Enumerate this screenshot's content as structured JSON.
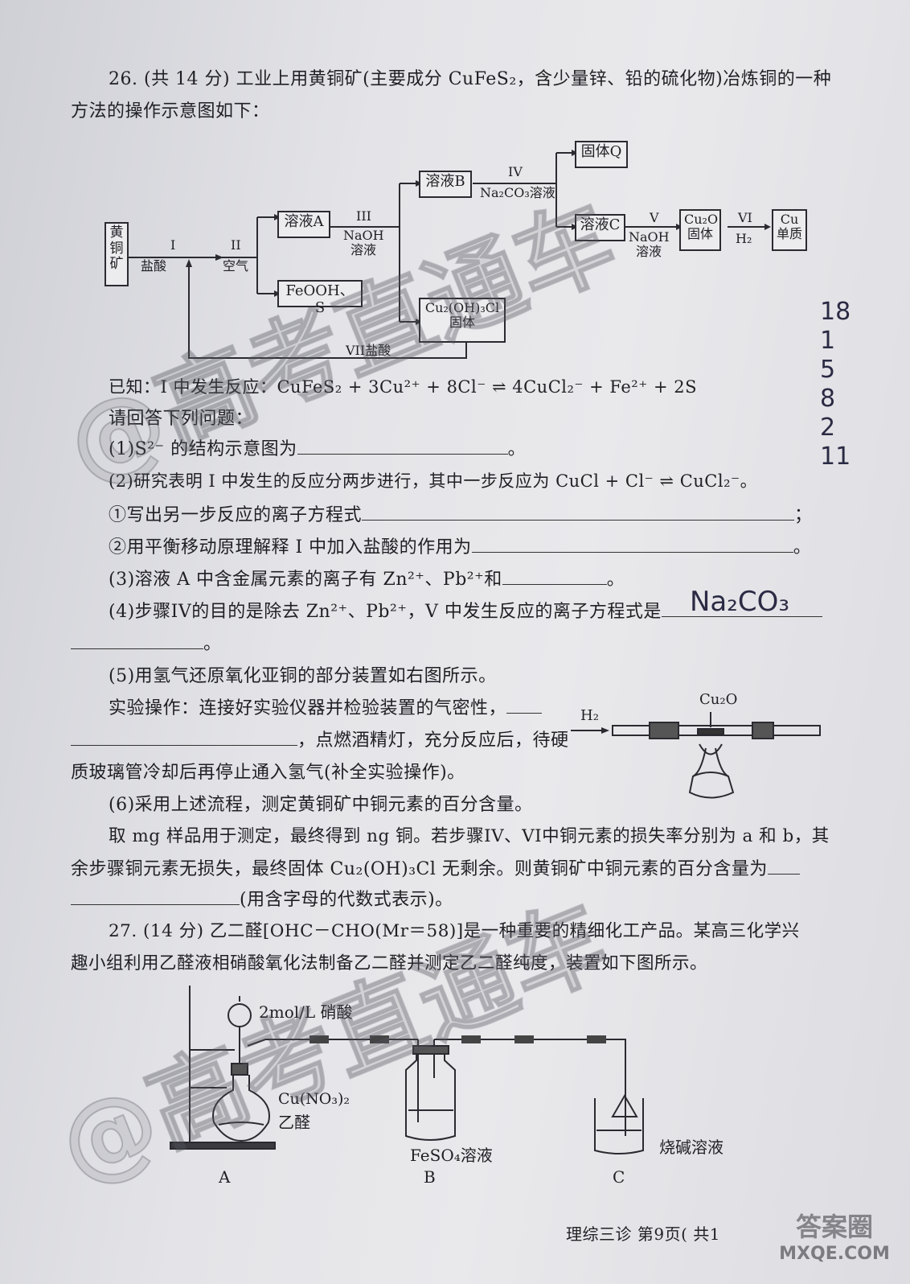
{
  "q26": {
    "intro_1": "26. (共 14 分) 工业上用黄铜矿(主要成分 CuFeS₂，含少量锌、铅的硫化物)冶炼铜的一种",
    "intro_2": "方法的操作示意图如下：",
    "flow": {
      "ore": "黄铜矿",
      "step1": "I",
      "step1_reagent": "盐酸",
      "step2": "II",
      "step2_reagent": "空气",
      "solA": "溶液A",
      "feooh": "FeOOH、S",
      "step3": "III",
      "step3_reagent": "NaOH溶液",
      "solB": "溶液B",
      "cu2oh3cl": "Cu₂(OH)₃Cl固体",
      "step4": "IV",
      "step4_reagent": "Na₂CO₃溶液",
      "solidQ": "固体Q",
      "solC": "溶液C",
      "step5": "V",
      "step5_reagent": "NaOH溶液",
      "cu2o": "Cu₂O固体",
      "step6": "VI",
      "step6_reagent": "H₂",
      "cu": "Cu单质",
      "step7": "VII盐酸"
    },
    "known": "已知：I 中发生反应：CuFeS₂ + 3Cu²⁺ + 8Cl⁻ ⇌ 4CuCl₂⁻ + Fe²⁺ + 2S",
    "prompt": "请回答下列问题：",
    "p1": "(1)S²⁻ 的结构示意图为",
    "p2": "(2)研究表明 I 中发生的反应分两步进行，其中一步反应为 CuCl + Cl⁻ ⇌ CuCl₂⁻。",
    "p2_1": "①写出另一步反应的离子方程式",
    "p2_2": "②用平衡移动原理解释 I 中加入盐酸的作用为",
    "p3": "(3)溶液 A 中含金属元素的离子有 Zn²⁺、Pb²⁺和",
    "p4": "(4)步骤IV的目的是除去 Zn²⁺、Pb²⁺，V 中发生反应的离子方程式是",
    "p5": "(5)用氢气还原氧化亚铜的部分装置如右图所示。",
    "p5_a": "实验操作：连接好实验仪器并检验装置的气密性，",
    "p5_b": "，点燃酒精灯，充分反应后，待硬",
    "p5_c": "质玻璃管冷却后再停止通入氢气(补全实验操作)。",
    "p5_h2": "H₂",
    "p5_cu2o": "Cu₂O",
    "p6": "(6)采用上述流程，测定黄铜矿中铜元素的百分含量。",
    "p6_a": "取 mg 样品用于测定，最终得到 ng 铜。若步骤IV、VI中铜元素的损失率分别为 a 和 b，其",
    "p6_b": "余步骤铜元素无损失，最终固体 Cu₂(OH)₃Cl 无剩余。则黄铜矿中铜元素的百分含量为",
    "p6_c": "(用含字母的代数式表示)。"
  },
  "q27": {
    "line1": "27. (14 分) 乙二醛[OHC－CHO(Mr＝58)]是一种重要的精细化工产品。某高三化学兴",
    "line2": "趣小组利用乙醛液相硝酸氧化法制备乙二醛并测定乙二醛纯度，装置如下图所示。",
    "nitric": "2mol/L 硝酸",
    "cuno3": "Cu(NO₃)₂",
    "acetaldehyde": "乙醛",
    "feso4": "FeSO₄溶液",
    "naoh": "烧碱溶液",
    "label_a": "A",
    "label_b": "B",
    "label_c": "C"
  },
  "footer": {
    "text": "理综三诊   第9页(  共1"
  },
  "handwriting": {
    "answer": "Na₂CO₃",
    "margin": "18 1 5 8 2 11"
  },
  "watermarks": {
    "wm": "@高考直通车",
    "corner": "答案圈",
    "corner_url": "MXQE.COM"
  }
}
